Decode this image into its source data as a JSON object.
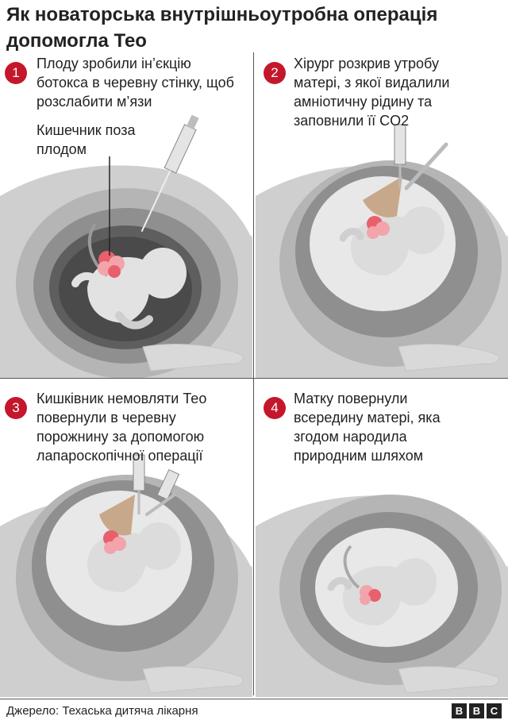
{
  "title": "Як новаторська внутрішньоутробна операція допомогла Тео",
  "colors": {
    "badge": "#c4172c",
    "intestine": "#e8606c",
    "intestine_light": "#f2a4aa",
    "patch": "#c8a88a",
    "syringe": "#e4e4e4"
  },
  "steps": [
    {
      "number": "1",
      "text": "Плоду зробили ін’єкцію ботокса в черевну стінку, щоб розслабити м’язи"
    },
    {
      "number": "2",
      "text": "Хірург розкрив утробу матері, з якої видалили амніотичну рідину та заповнили її CO2"
    },
    {
      "number": "3",
      "text": "Кишківник немовляти Тео повернули в черевну порожнину за допомогою лапароскопічної операції"
    },
    {
      "number": "4",
      "text": "Матку повернули всередину матері, яка згодом народила природним шляхом"
    }
  ],
  "callout": "Кишечник поза плодом",
  "icons": {
    "syringe": "syringe-icon",
    "uterus": "uterus-illustration",
    "fetus": "fetus-illustration",
    "intestine": "intestine-illustration",
    "hand": "hand-illustration"
  },
  "source": "Джерело: Техаська дитяча лікарня",
  "logo": [
    "B",
    "B",
    "C"
  ]
}
